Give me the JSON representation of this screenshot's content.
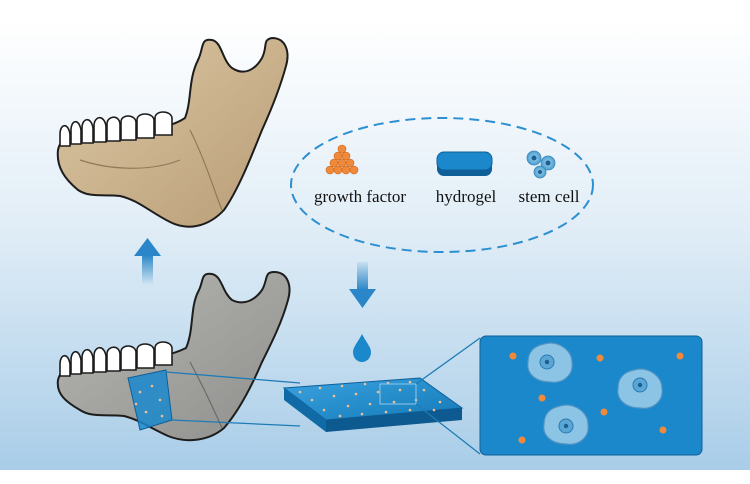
{
  "legend": {
    "items": [
      {
        "key": "growth_factor",
        "label": "growth factor",
        "icon": "growth-factor-icon"
      },
      {
        "key": "hydrogel",
        "label": "hydrogel",
        "icon": "hydrogel-icon"
      },
      {
        "key": "stem_cell",
        "label": "stem cell",
        "icon": "stem-cell-icon"
      }
    ]
  },
  "colors": {
    "background_top": "#ffffff",
    "background_bottom": "#aed0ea",
    "bone": "#cdb48e",
    "bone_defect_fill": "#9aa3a8",
    "hydrogel_blue": "#1b88cc",
    "arrow_blue": "#2a86c8",
    "growth_factor_orange": "#f08a3a",
    "dashed_outline": "#2c8fd1"
  }
}
